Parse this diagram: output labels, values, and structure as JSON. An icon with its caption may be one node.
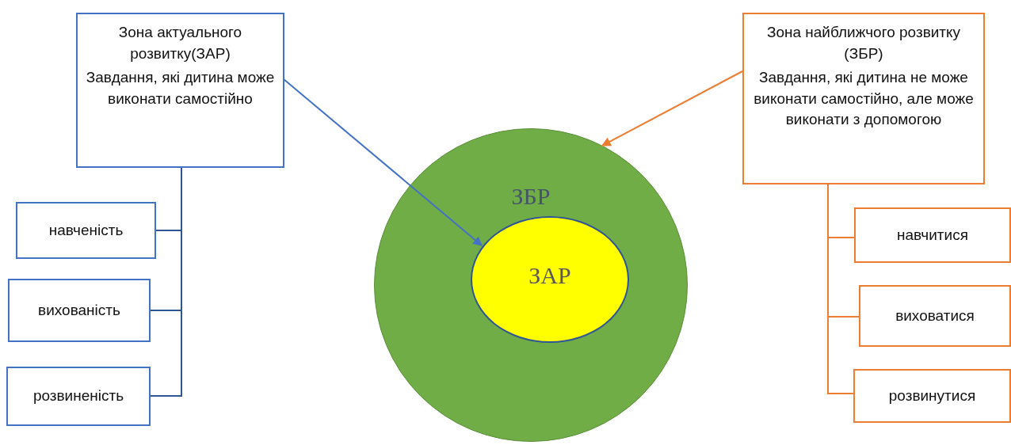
{
  "diagram": {
    "nodes": [
      {
        "text": [
          "Зона актуального розвитку(ЗАР)",
          "Завдання, які дитина може виконати самостійно"
        ]
      },
      {
        "text": [
          "навченість"
        ]
      },
      {
        "text": [
          "вихованість"
        ]
      },
      {
        "text": [
          "розвиненість"
        ]
      },
      {
        "text": [
          "Зона найближчого розвитку (ЗБР)",
          "Завдання, які дитина не може виконати самостійно, але може виконати з допомогою"
        ]
      },
      {
        "text": [
          "навчитися"
        ]
      },
      {
        "text": [
          "виховатися"
        ]
      },
      {
        "text": [
          "розвинутися"
        ]
      },
      {
        "text": [
          "ЗБР"
        ]
      },
      {
        "text": [
          "ЗАР"
        ],
        "in": 8
      }
    ],
    "edges": [
      {
        "from": 0,
        "to": 9,
        "arrow": "to",
        "color": "#4472c4"
      },
      {
        "from": 4,
        "to": 8,
        "arrow": "to",
        "color": "#ed7d31"
      },
      {
        "from": 0,
        "to": 1,
        "arrow": "none",
        "color": "#2f5597"
      },
      {
        "from": 0,
        "to": 2,
        "arrow": "none",
        "color": "#2f5597"
      },
      {
        "from": 0,
        "to": 3,
        "arrow": "none",
        "color": "#2f5597"
      },
      {
        "from": 4,
        "to": 5,
        "arrow": "none",
        "color": "#ed7d31"
      },
      {
        "from": 4,
        "to": 6,
        "arrow": "none",
        "color": "#ed7d31"
      },
      {
        "from": 4,
        "to": 7,
        "arrow": "none",
        "color": "#ed7d31"
      }
    ]
  }
}
